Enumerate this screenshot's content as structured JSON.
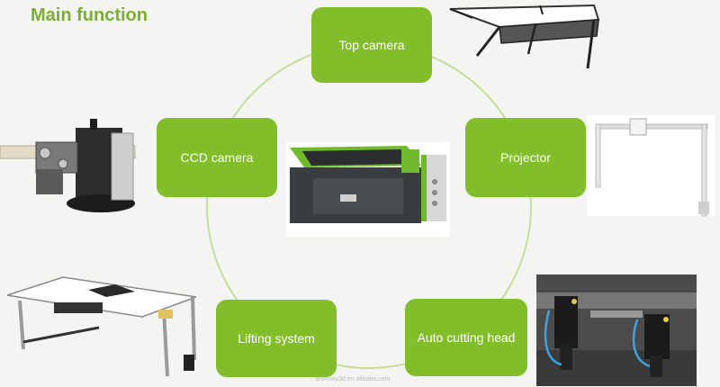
{
  "slide": {
    "title": "Main function"
  },
  "nodes": [
    {
      "id": "top-camera",
      "label": "Top camera"
    },
    {
      "id": "projector",
      "label": "Projector"
    },
    {
      "id": "auto-cutting-head",
      "label": "Auto cutting head"
    },
    {
      "id": "lifting-system",
      "label": "Lifting system"
    },
    {
      "id": "ccd-camera",
      "label": "CCD camera"
    }
  ],
  "photos": [
    {
      "id": "top-camera-frame",
      "icon": "camera-frame-photo"
    },
    {
      "id": "projector-gantry",
      "icon": "projector-gantry-photo"
    },
    {
      "id": "cutting-heads",
      "icon": "cutting-head-photo"
    },
    {
      "id": "lifting-table",
      "icon": "lifting-table-photo"
    },
    {
      "id": "ccd-camera-module",
      "icon": "ccd-camera-photo"
    },
    {
      "id": "laser-machine",
      "icon": "laser-machine-photo"
    }
  ],
  "watermark": "anbnsky3d.en.alibaba.com",
  "colors": {
    "title": "#7ab02f",
    "node_fill": "#82bd2a",
    "ring": "#c3dd9a",
    "machine_green": "#6fb92c",
    "machine_dark": "#3a3d40"
  }
}
